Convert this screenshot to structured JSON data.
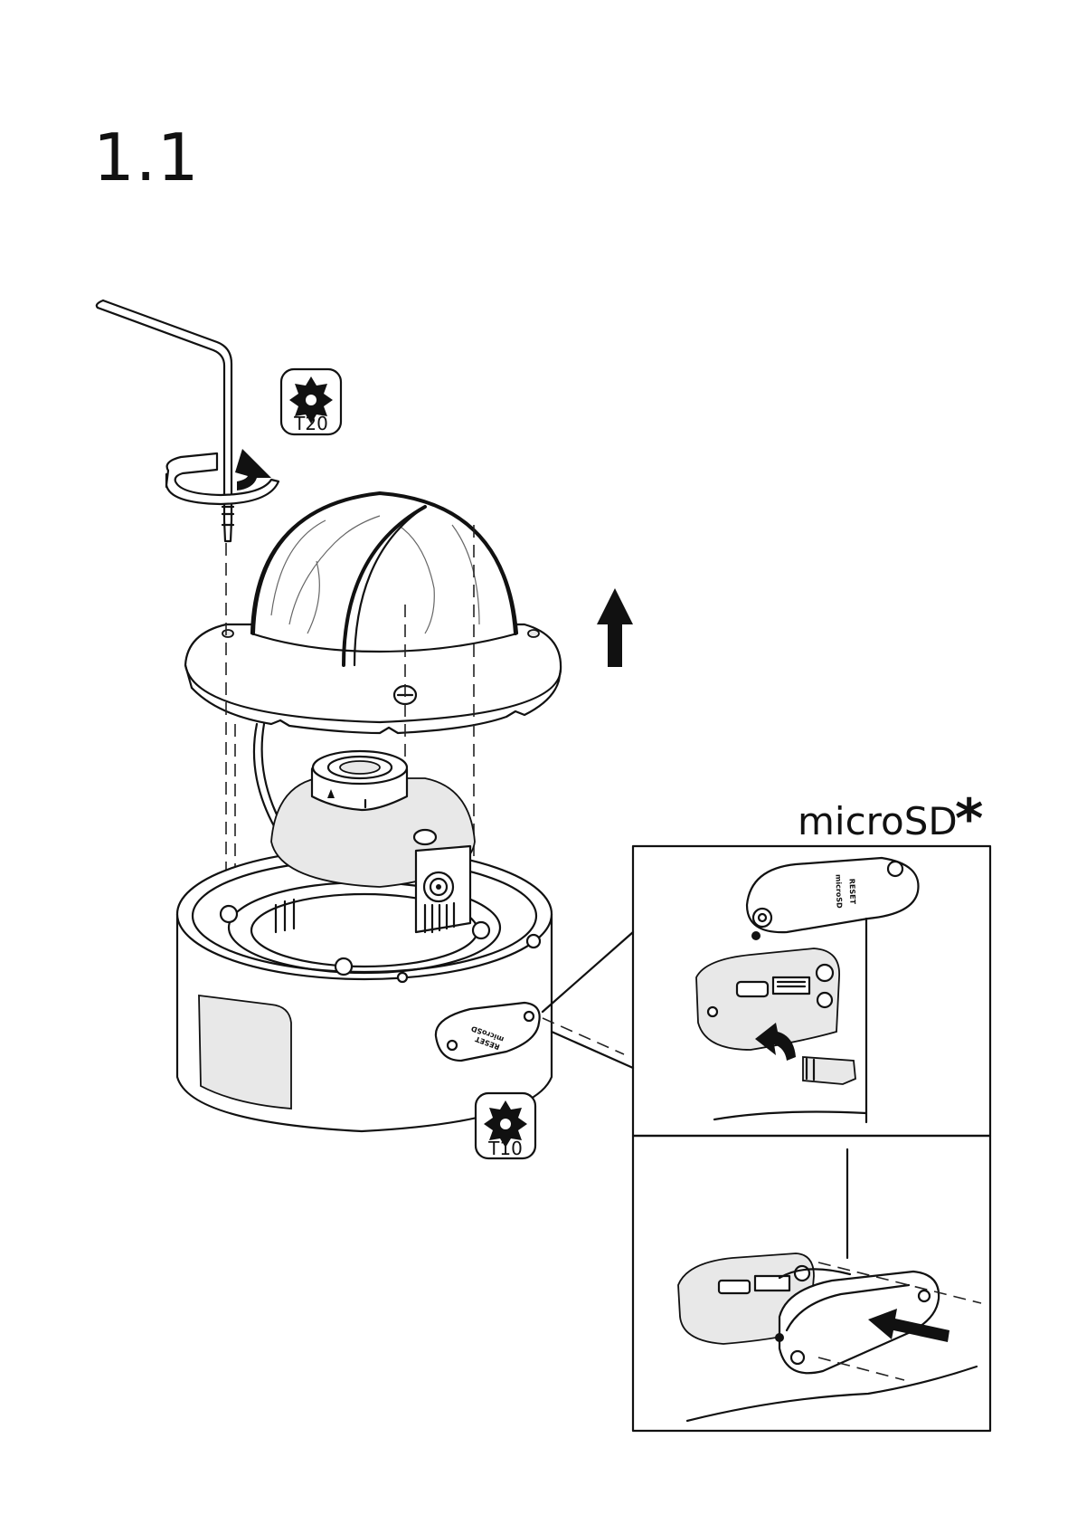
{
  "step": {
    "number": "1.1"
  },
  "tools": {
    "upper_bit": "T20",
    "lower_bit": "T10"
  },
  "detail": {
    "label": "microSD",
    "footnote_mark": "*"
  },
  "cover_text": {
    "line1": "microSD",
    "line2": "RESET"
  }
}
